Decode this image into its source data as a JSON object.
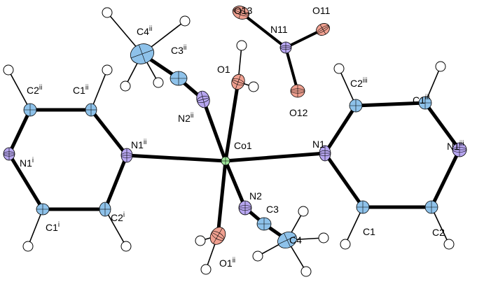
{
  "atoms": [
    {
      "id": "Co1",
      "el": "Co",
      "base": "Co",
      "num": "1",
      "sym": ""
    },
    {
      "id": "N1",
      "el": "N",
      "base": "N",
      "num": "1",
      "sym": ""
    },
    {
      "id": "N1iii",
      "el": "N",
      "base": "N",
      "num": "1",
      "sym": "iii"
    },
    {
      "id": "C1",
      "el": "C",
      "base": "C",
      "num": "1",
      "sym": ""
    },
    {
      "id": "C2",
      "el": "C",
      "base": "C",
      "num": "2",
      "sym": ""
    },
    {
      "id": "C1iii",
      "el": "C",
      "base": "C",
      "num": "1",
      "sym": "iii"
    },
    {
      "id": "C2iii",
      "el": "C",
      "base": "C",
      "num": "2",
      "sym": "iii"
    },
    {
      "id": "N1ii",
      "el": "N",
      "base": "N",
      "num": "1",
      "sym": "ii"
    },
    {
      "id": "N1i",
      "el": "N",
      "base": "N",
      "num": "1",
      "sym": "i"
    },
    {
      "id": "C1i",
      "el": "C",
      "base": "C",
      "num": "1",
      "sym": "i"
    },
    {
      "id": "C2i",
      "el": "C",
      "base": "C",
      "num": "2",
      "sym": "i"
    },
    {
      "id": "C1ii",
      "el": "C",
      "base": "C",
      "num": "1",
      "sym": "ii"
    },
    {
      "id": "C2ii",
      "el": "C",
      "base": "C",
      "num": "2",
      "sym": "ii"
    },
    {
      "id": "O1",
      "el": "O",
      "base": "O",
      "num": "1",
      "sym": ""
    },
    {
      "id": "O1ii",
      "el": "O",
      "base": "O",
      "num": "1",
      "sym": "ii"
    },
    {
      "id": "N2",
      "el": "N",
      "base": "N",
      "num": "2",
      "sym": ""
    },
    {
      "id": "C3",
      "el": "C",
      "base": "C",
      "num": "3",
      "sym": ""
    },
    {
      "id": "C4",
      "el": "C",
      "base": "C",
      "num": "4",
      "sym": ""
    },
    {
      "id": "N2ii",
      "el": "N",
      "base": "N",
      "num": "2",
      "sym": "ii"
    },
    {
      "id": "C3ii",
      "el": "C",
      "base": "C",
      "num": "3",
      "sym": "ii"
    },
    {
      "id": "C4ii",
      "el": "C",
      "base": "C",
      "num": "4",
      "sym": "ii"
    },
    {
      "id": "N11",
      "el": "N",
      "base": "N",
      "num": "11",
      "sym": ""
    },
    {
      "id": "O11",
      "el": "O",
      "base": "O",
      "num": "11",
      "sym": ""
    },
    {
      "id": "O12",
      "el": "O",
      "base": "O",
      "num": "12",
      "sym": ""
    },
    {
      "id": "O13",
      "el": "O",
      "base": "O",
      "num": "13",
      "sym": ""
    }
  ],
  "bonds": [
    [
      "Co1",
      "N1"
    ],
    [
      "Co1",
      "N1ii"
    ],
    [
      "Co1",
      "O1"
    ],
    [
      "Co1",
      "O1ii"
    ],
    [
      "Co1",
      "N2"
    ],
    [
      "Co1",
      "N2ii"
    ],
    [
      "N1",
      "C1"
    ],
    [
      "C1",
      "C2"
    ],
    [
      "C2",
      "N1iii"
    ],
    [
      "N1iii",
      "C1iii"
    ],
    [
      "C1iii",
      "C2iii"
    ],
    [
      "C2iii",
      "N1"
    ],
    [
      "N1ii",
      "C1ii"
    ],
    [
      "C1ii",
      "C2ii"
    ],
    [
      "C2ii",
      "N1i"
    ],
    [
      "N1i",
      "C1i"
    ],
    [
      "C1i",
      "C2i"
    ],
    [
      "C2i",
      "N1ii"
    ],
    [
      "N2",
      "C3"
    ],
    [
      "C3",
      "C4"
    ],
    [
      "N2ii",
      "C3ii"
    ],
    [
      "C3ii",
      "C4ii"
    ],
    [
      "N11",
      "O11"
    ],
    [
      "N11",
      "O12"
    ],
    [
      "N11",
      "O13"
    ]
  ],
  "colors": {
    "bond": "#000000",
    "C": "#8ec2ea",
    "N": "#b7a6f0",
    "O": "#f0a090",
    "Co": "#9ee69a",
    "H": "#ffffff",
    "outline": "#000000"
  }
}
